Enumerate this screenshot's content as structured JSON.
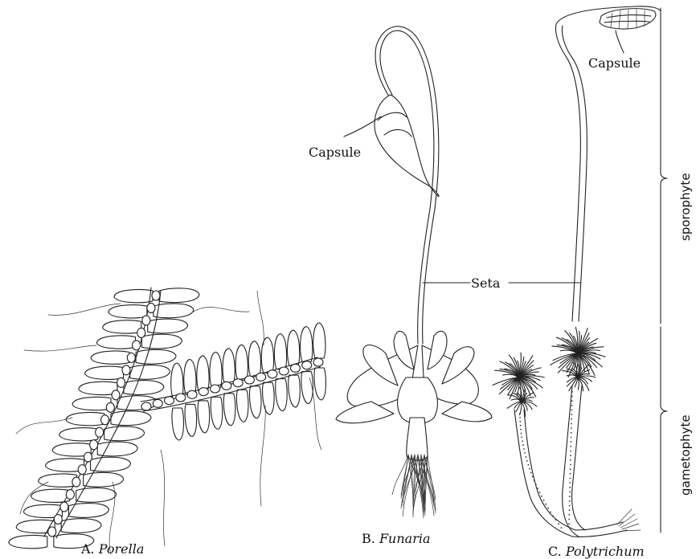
{
  "labels": {
    "capsule_funaria": "Capsule",
    "capsule_polytrichum": "Capsule",
    "seta": "Seta",
    "sporophyte": "sporophyte",
    "gametophyte": "gametophyte"
  },
  "captions": {
    "a_prefix": "A. ",
    "a_name": "Porella",
    "b_prefix": "B. ",
    "b_name": "Funaria",
    "c_prefix": "C. ",
    "c_name": "Polytrichum"
  }
}
